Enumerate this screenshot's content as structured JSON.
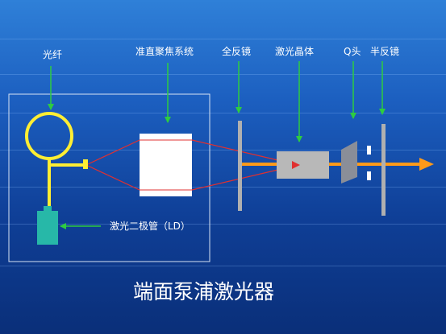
{
  "labels": {
    "fiber": "光纤",
    "collimator": "准直聚焦系统",
    "full_mirror": "全反镜",
    "crystal": "激光晶体",
    "q_switch": "Q头",
    "half_mirror": "半反镜",
    "laser_diode": "激光二极管（LD）"
  },
  "title": "端面泵浦激光器",
  "colors": {
    "fiber": "#ffee33",
    "pointer": "#2ecc40",
    "beam": "#ff9a1a",
    "pump_beam": "#e03030",
    "diode": "#27b8a8",
    "crystal": "#b8b8b8",
    "q_switch": "#8a8e98",
    "mirror": "#b0b0b0"
  }
}
